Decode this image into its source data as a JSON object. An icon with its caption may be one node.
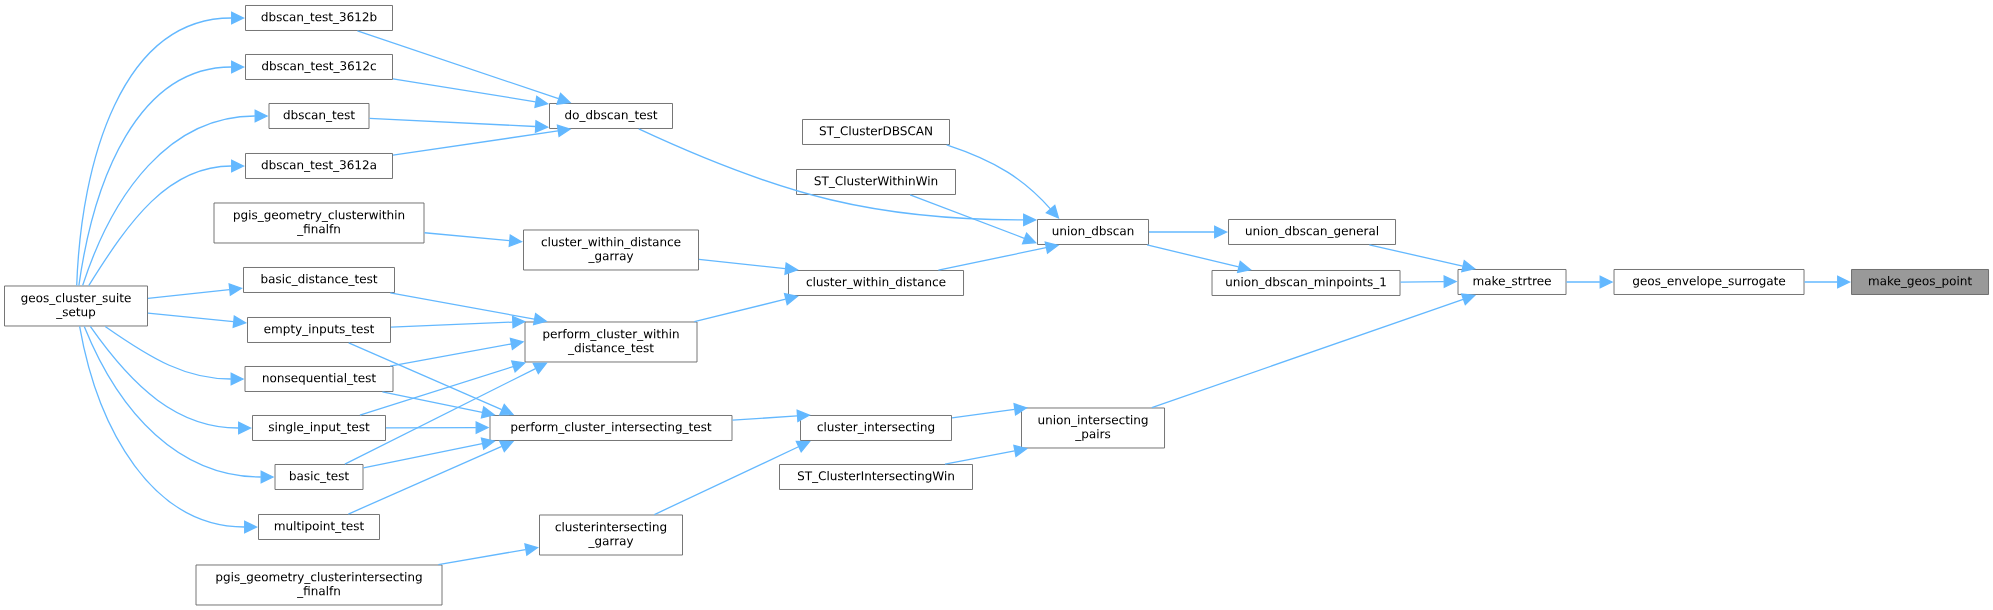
{
  "diagram": {
    "nodes": [
      {
        "text": [
          "geos_cluster_suite _setup"
        ]
      },
      {
        "text": [
          "dbscan_test_3612b"
        ]
      },
      {
        "text": [
          "dbscan_test_3612c"
        ]
      },
      {
        "text": [
          "dbscan_test"
        ]
      },
      {
        "text": [
          "dbscan_test_3612a"
        ]
      },
      {
        "text": [
          "pgis_geometry_clusterwithin _finalfn"
        ]
      },
      {
        "text": [
          "basic_distance_test"
        ]
      },
      {
        "text": [
          "empty_inputs_test"
        ]
      },
      {
        "text": [
          "nonsequential_test"
        ]
      },
      {
        "text": [
          "single_input_test"
        ]
      },
      {
        "text": [
          "basic_test"
        ]
      },
      {
        "text": [
          "multipoint_test"
        ]
      },
      {
        "text": [
          "pgis_geometry_clusterintersecting _finalfn"
        ]
      },
      {
        "text": [
          "do_dbscan_test"
        ]
      },
      {
        "text": [
          "cluster_within_distance _garray"
        ]
      },
      {
        "text": [
          "perform_cluster_within _distance_test"
        ]
      },
      {
        "text": [
          "perform_cluster_intersecting_test"
        ]
      },
      {
        "text": [
          "clusterintersecting _garray"
        ]
      },
      {
        "text": [
          "ST_ClusterDBSCAN"
        ]
      },
      {
        "text": [
          "ST_ClusterWithinWin"
        ]
      },
      {
        "text": [
          "cluster_within_distance"
        ]
      },
      {
        "text": [
          "cluster_intersecting"
        ]
      },
      {
        "text": [
          "ST_ClusterIntersectingWin"
        ]
      },
      {
        "text": [
          "union_dbscan"
        ]
      },
      {
        "text": [
          "union_intersecting _pairs"
        ]
      },
      {
        "text": [
          "union_dbscan_general"
        ]
      },
      {
        "text": [
          "union_dbscan_minpoints_1"
        ]
      },
      {
        "text": [
          "make_strtree"
        ]
      },
      {
        "text": [
          "geos_envelope_surrogate"
        ]
      },
      {
        "text": [
          "make_geos_point"
        ]
      }
    ],
    "edges": [
      {
        "from": 0,
        "to": 1,
        "arrow": "to"
      },
      {
        "from": 0,
        "to": 2,
        "arrow": "to"
      },
      {
        "from": 0,
        "to": 3,
        "arrow": "to"
      },
      {
        "from": 0,
        "to": 4,
        "arrow": "to"
      },
      {
        "from": 0,
        "to": 6,
        "arrow": "to"
      },
      {
        "from": 0,
        "to": 7,
        "arrow": "to"
      },
      {
        "from": 0,
        "to": 8,
        "arrow": "to"
      },
      {
        "from": 0,
        "to": 9,
        "arrow": "to"
      },
      {
        "from": 0,
        "to": 10,
        "arrow": "to"
      },
      {
        "from": 0,
        "to": 11,
        "arrow": "to"
      },
      {
        "from": 1,
        "to": 13,
        "arrow": "to"
      },
      {
        "from": 2,
        "to": 13,
        "arrow": "to"
      },
      {
        "from": 3,
        "to": 13,
        "arrow": "to"
      },
      {
        "from": 4,
        "to": 13,
        "arrow": "to"
      },
      {
        "from": 5,
        "to": 14,
        "arrow": "to"
      },
      {
        "from": 6,
        "to": 15,
        "arrow": "to"
      },
      {
        "from": 7,
        "to": 15,
        "arrow": "to"
      },
      {
        "from": 7,
        "to": 16,
        "arrow": "to"
      },
      {
        "from": 8,
        "to": 15,
        "arrow": "to"
      },
      {
        "from": 8,
        "to": 16,
        "arrow": "to"
      },
      {
        "from": 9,
        "to": 15,
        "arrow": "to"
      },
      {
        "from": 9,
        "to": 16,
        "arrow": "to"
      },
      {
        "from": 10,
        "to": 15,
        "arrow": "to"
      },
      {
        "from": 10,
        "to": 16,
        "arrow": "to"
      },
      {
        "from": 11,
        "to": 16,
        "arrow": "to"
      },
      {
        "from": 12,
        "to": 17,
        "arrow": "to"
      },
      {
        "from": 13,
        "to": 23,
        "arrow": "to"
      },
      {
        "from": 14,
        "to": 20,
        "arrow": "to"
      },
      {
        "from": 15,
        "to": 20,
        "arrow": "to"
      },
      {
        "from": 16,
        "to": 21,
        "arrow": "to"
      },
      {
        "from": 17,
        "to": 21,
        "arrow": "to"
      },
      {
        "from": 18,
        "to": 23,
        "arrow": "to"
      },
      {
        "from": 19,
        "to": 23,
        "arrow": "to"
      },
      {
        "from": 20,
        "to": 23,
        "arrow": "to"
      },
      {
        "from": 21,
        "to": 24,
        "arrow": "to"
      },
      {
        "from": 22,
        "to": 24,
        "arrow": "to"
      },
      {
        "from": 23,
        "to": 25,
        "arrow": "to"
      },
      {
        "from": 23,
        "to": 26,
        "arrow": "to"
      },
      {
        "from": 25,
        "to": 27,
        "arrow": "to"
      },
      {
        "from": 26,
        "to": 27,
        "arrow": "to"
      },
      {
        "from": 24,
        "to": 27,
        "arrow": "to"
      },
      {
        "from": 27,
        "to": 28,
        "arrow": "to"
      },
      {
        "from": 28,
        "to": 29,
        "arrow": "to"
      }
    ]
  }
}
